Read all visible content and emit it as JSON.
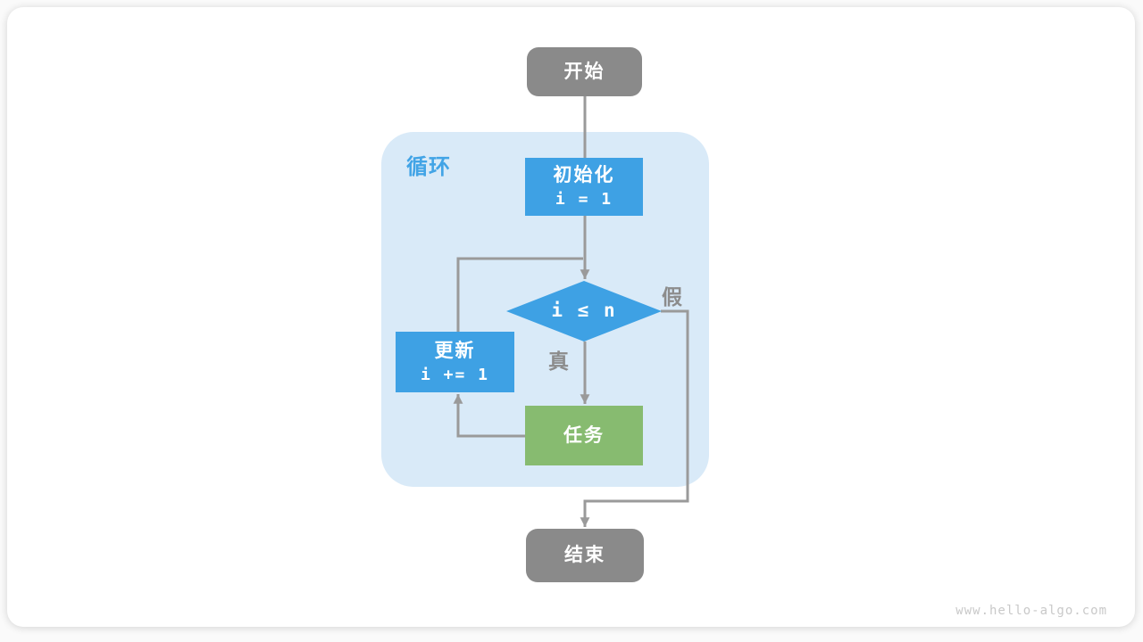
{
  "flowchart": {
    "start_label": "开始",
    "loop_label": "循环",
    "init_line1": "初始化",
    "init_line2": "i = 1",
    "condition_label": "i ≤ n",
    "true_label": "真",
    "false_label": "假",
    "update_line1": "更新",
    "update_line2": "i += 1",
    "task_label": "任务",
    "end_label": "结束"
  },
  "watermark": "www.hello-algo.com",
  "colors": {
    "node_blue": "#3EA1E4",
    "node_green": "#87BB70",
    "node_gray": "#8A8A8A",
    "loop_bg": "#D9EAF8",
    "connector": "#9A9A9A",
    "label_gray": "#8C8C8C",
    "loop_label": "#42A4E6",
    "watermark": "#C9C9C9"
  }
}
